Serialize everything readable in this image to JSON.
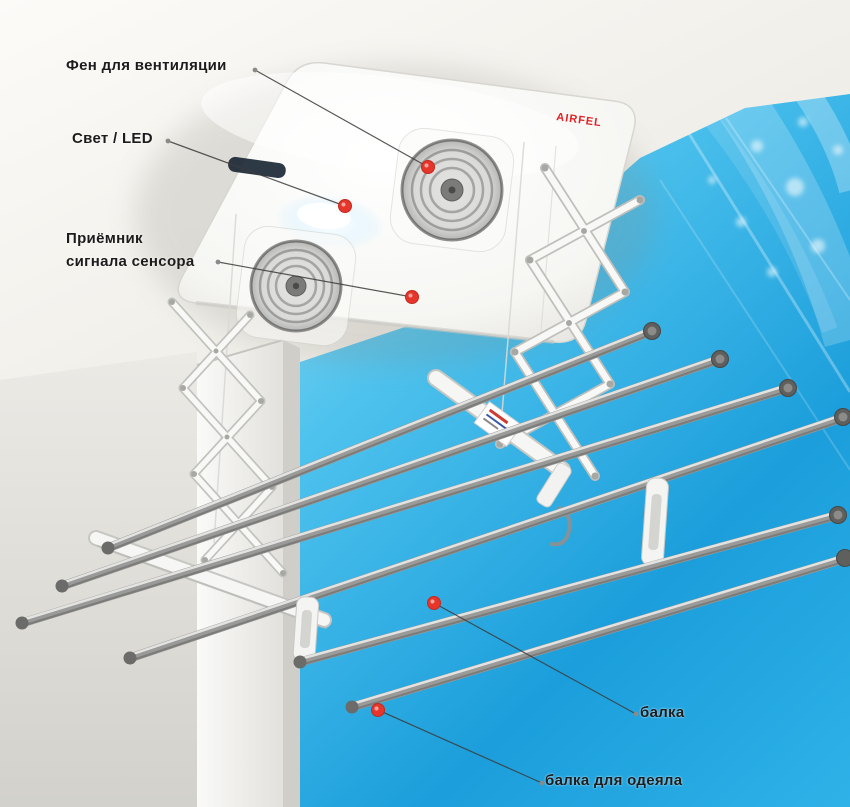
{
  "diagram": {
    "type": "annotated-product-diagram",
    "subject": "ceiling-mounted electric drying rack",
    "brand": "AIRFEL",
    "colors": {
      "annotation_dot": "#e6362b",
      "sky_light": "#dff5fc",
      "sky_deep": "#1b9edb",
      "ceiling": "#f2f0ea",
      "unit_body": "#ffffff",
      "rod_gray": "#9a9a98"
    },
    "annotations": {
      "fan": {
        "text": "Фен для вентиляции"
      },
      "light": {
        "text": "Свет / LED"
      },
      "sensor": {
        "line1": "Приёмник",
        "line2": "сигнала сенсора"
      },
      "beam": {
        "text": "балка"
      },
      "blanket": {
        "text": "балка для одеяла"
      }
    }
  }
}
